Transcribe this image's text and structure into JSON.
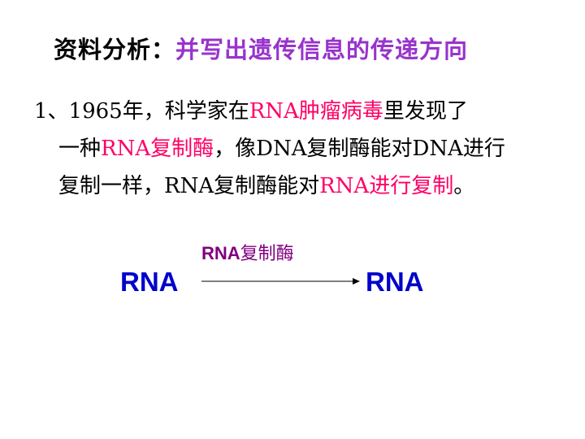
{
  "title": {
    "lead": "资料分析：",
    "accent": "并写出遗传信息的传递方向"
  },
  "paragraph": {
    "line1": {
      "a": "1、1965年，科学家在",
      "b": "RNA肿瘤病毒",
      "c": "里发现了"
    },
    "line2": {
      "a": "一种",
      "b": "RNA复制酶",
      "c": "，像DNA复制酶能对DNA进行"
    },
    "line3": {
      "a": "复制一样，RNA复制酶能对",
      "b": "RNA进行复制",
      "c": "。"
    }
  },
  "diagram": {
    "enzyme_prefix": "RNA",
    "enzyme_suffix": "复制酶",
    "source": "RNA",
    "target": "RNA"
  },
  "colors": {
    "title_accent": "#9933cc",
    "highlight": "#ff0066",
    "enzyme": "#800080",
    "rna": "#0000cc"
  }
}
